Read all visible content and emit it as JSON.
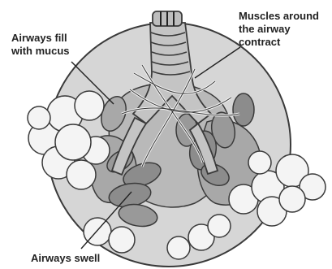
{
  "labels": {
    "airways_fill": [
      "Airways fill",
      "with mucus"
    ],
    "muscles_contract": [
      "Muscles around",
      "the airway",
      "contract"
    ],
    "airways_swell": [
      "Airways swell"
    ]
  },
  "colors": {
    "outline": "#3a3a3a",
    "tissue": "#d6d6d6",
    "airway_shadow": "#8c8c8c",
    "airway_mid": "#a8a8a8",
    "clouds": "#f4f4f4",
    "text": "#222222"
  }
}
